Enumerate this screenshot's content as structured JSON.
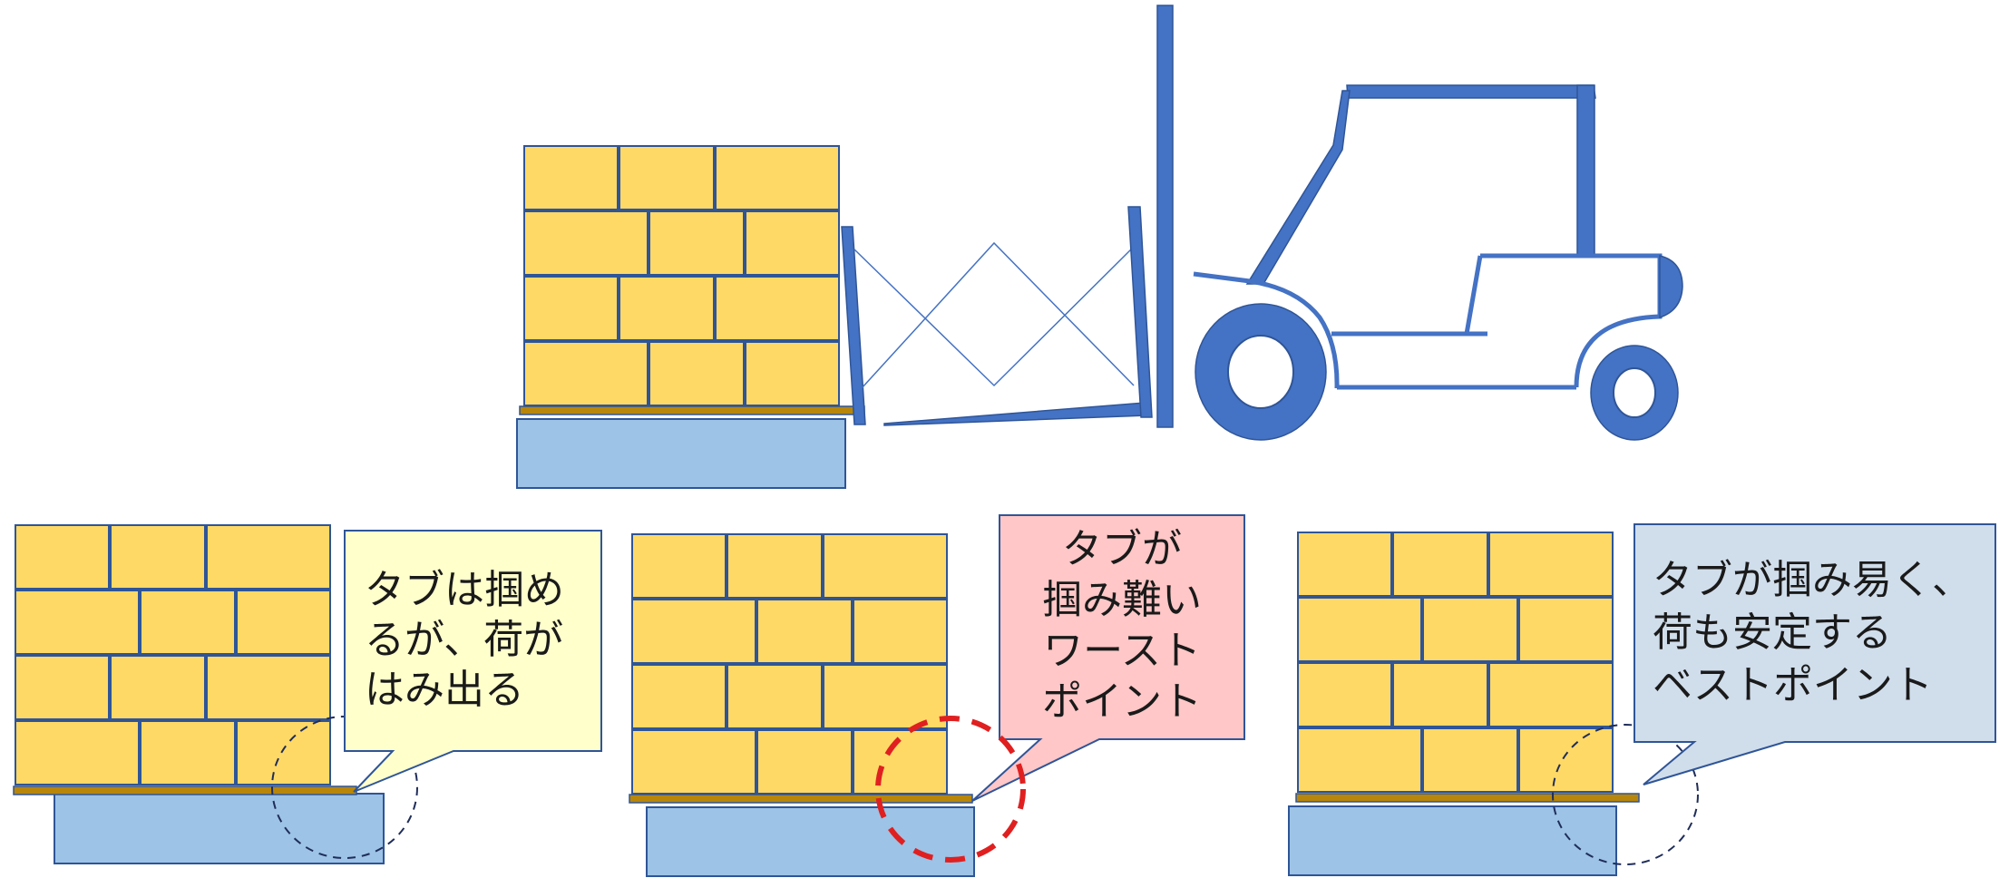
{
  "colors": {
    "box_fill": "#FFD966",
    "box_stroke": "#2F5597",
    "forklift_blue": "#4472C4",
    "base_fill": "#9DC3E6",
    "base_stroke": "#2F5597",
    "tab_fill": "#B8860B",
    "callout_left_fill": "#FFFFCC",
    "callout_mid_fill": "#FFC7C7",
    "callout_right_fill": "#D0DDEB",
    "callout_stroke": "#2F5597",
    "worst_circle": "#E02020",
    "normal_circle": "#1F2D5A"
  },
  "icons": [
    "forklift-icon",
    "cargo-stack-icon",
    "scissor-lift-icon"
  ],
  "callouts": {
    "left": {
      "lines": [
        "タブは掴め",
        "るが、荷が",
        "はみ出る"
      ]
    },
    "middle": {
      "lines": [
        "タブが",
        "掴み難い",
        "ワースト",
        "ポイント"
      ]
    },
    "right": {
      "lines": [
        "タブが掴み易く、",
        "荷も安定する",
        "ベストポイント"
      ]
    }
  }
}
